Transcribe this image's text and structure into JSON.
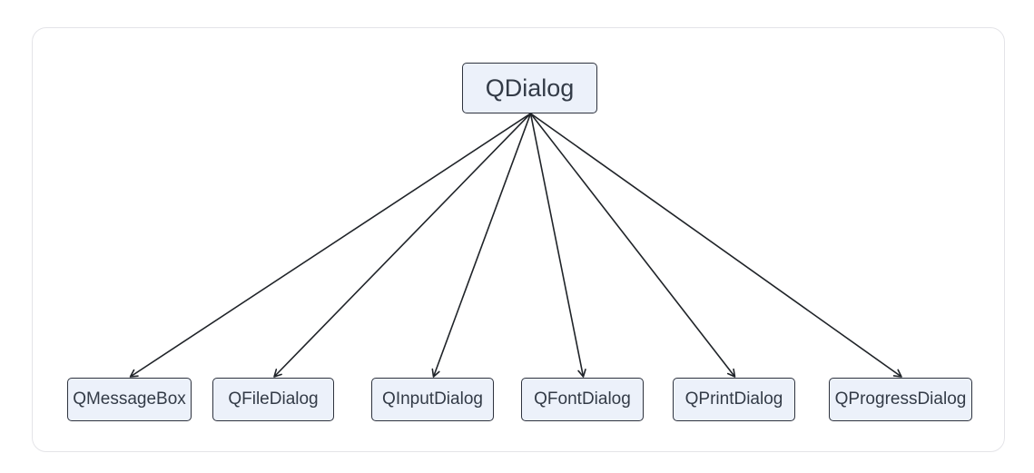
{
  "diagram": {
    "type": "inheritance-tree",
    "parent": {
      "id": "qdialog",
      "label": "QDialog"
    },
    "children": [
      {
        "id": "qmessagebox",
        "label": "QMessageBox"
      },
      {
        "id": "qfiledialog",
        "label": "QFileDialog"
      },
      {
        "id": "qinputdialog",
        "label": "QInputDialog"
      },
      {
        "id": "qfontdialog",
        "label": "QFontDialog"
      },
      {
        "id": "qprintdialog",
        "label": "QPrintDialog"
      },
      {
        "id": "qprogressdialog",
        "label": "QProgressDialog"
      }
    ],
    "edges": [
      {
        "from": "qdialog",
        "to": "qmessagebox"
      },
      {
        "from": "qdialog",
        "to": "qfiledialog"
      },
      {
        "from": "qdialog",
        "to": "qinputdialog"
      },
      {
        "from": "qdialog",
        "to": "qfontdialog"
      },
      {
        "from": "qdialog",
        "to": "qprintdialog"
      },
      {
        "from": "qdialog",
        "to": "qprogressdialog"
      }
    ],
    "colors": {
      "node_fill": "#ecf1fa",
      "node_border": "#2e333e",
      "edge": "#1f2328",
      "text": "#333b47",
      "canvas_border": "#e4e4e8",
      "background": "#ffffff"
    }
  }
}
